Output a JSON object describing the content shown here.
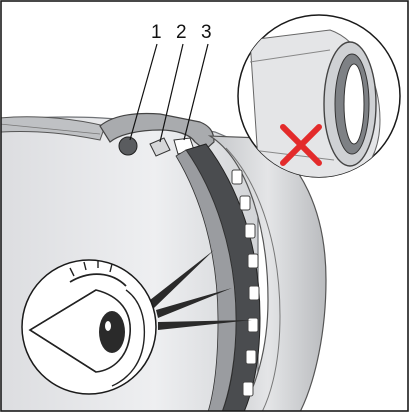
{
  "callouts": [
    {
      "label": "1"
    },
    {
      "label": "2"
    },
    {
      "label": "3"
    }
  ],
  "icons": {
    "warning": "red-cross-icon",
    "observer": "eye-icon"
  },
  "colors": {
    "frame": "#1a1a1a",
    "metal_light": "#e9eaec",
    "metal_mid": "#c9cbce",
    "metal_dark": "#8d9094",
    "groove_dark": "#4a4c4f",
    "warning_red": "#e32b2b"
  }
}
